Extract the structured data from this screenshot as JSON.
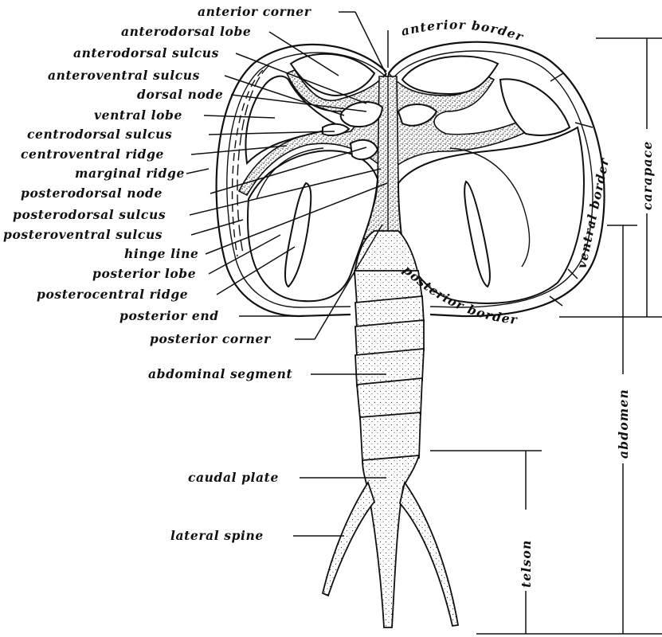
{
  "labels": {
    "anterior_corner": "anterior corner",
    "anterodorsal_lobe": "anterodorsal lobe",
    "anterodorsal_sulcus": "anterodorsal sulcus",
    "anteroventral_sulcus": "anteroventral sulcus",
    "dorsal_node": "dorsal node",
    "ventral_lobe": "ventral lobe",
    "centrodorsal_sulcus": "centrodorsal sulcus",
    "centroventral_ridge": "centroventral ridge",
    "marginal_ridge": "marginal ridge",
    "posterodorsal_node": "posterodorsal node",
    "posterodorsal_sulcus": "posterodorsal sulcus",
    "posteroventral_sulcus": "posteroventral sulcus",
    "hinge_line": "hinge line",
    "posterior_lobe": "posterior lobe",
    "posterocentral_ridge": "posterocentral ridge",
    "posterior_end": "posterior end",
    "posterior_corner": "posterior corner",
    "abdominal_segment": "abdominal segment",
    "caudal_plate": "caudal plate",
    "lateral_spine": "lateral spine",
    "anterior_border": "anterior border",
    "ventral_border": "ventral border",
    "posterior_border": "posterior border",
    "carapace": "carapace",
    "abdomen": "abdomen",
    "telson": "telson"
  }
}
